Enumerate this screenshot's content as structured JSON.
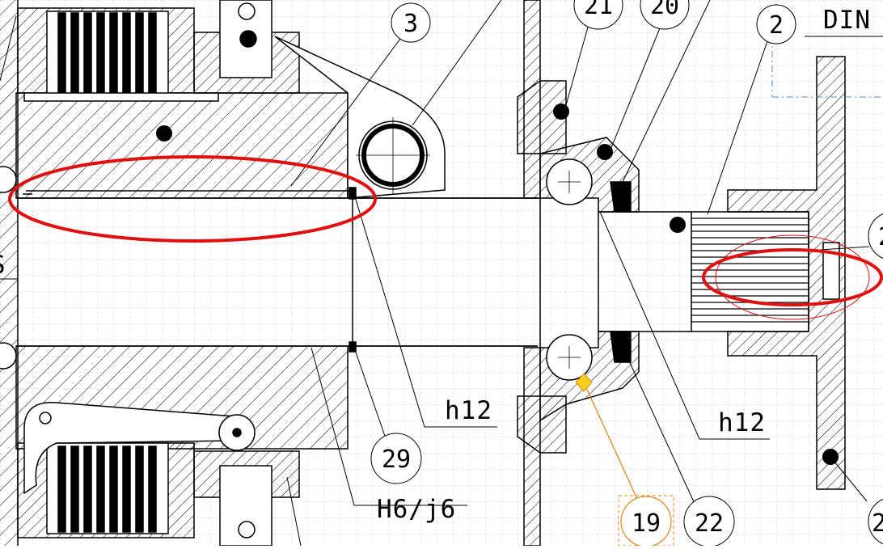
{
  "drawing": {
    "balloons": [
      {
        "id": "b3",
        "label": "3"
      },
      {
        "id": "b21",
        "label": "21"
      },
      {
        "id": "b20",
        "label": "20"
      },
      {
        "id": "b2",
        "label": "2"
      },
      {
        "id": "b29",
        "label": "29"
      },
      {
        "id": "b19",
        "label": "19"
      },
      {
        "id": "b22",
        "label": "22"
      },
      {
        "id": "b2r",
        "label": "2"
      },
      {
        "id": "b2b",
        "label": "2"
      }
    ],
    "tolerances": {
      "left_h12": "h12",
      "right_h12": "h12",
      "fit": "H6/j6"
    },
    "title_fragment": "DIN",
    "left_edge_fragment": "S",
    "colors": {
      "markup_red": "#e01010",
      "selection_orange": "#e8841a",
      "selection_yellow": "#f4d21a",
      "grid": "#d4d4d4",
      "line": "#000000"
    }
  }
}
